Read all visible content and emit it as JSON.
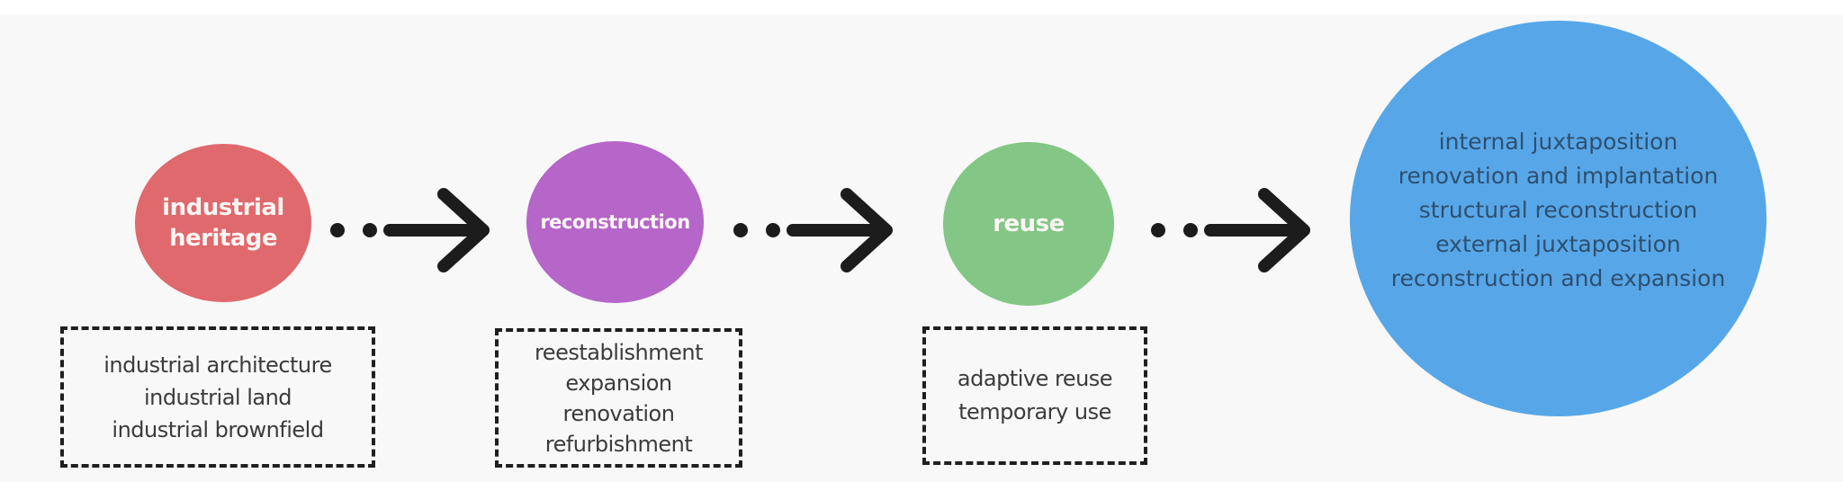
{
  "canvas": {
    "page_background": "#ffffff",
    "band_background": "#f8f8f8",
    "box_border_color": "#1f1f1f",
    "box_text_color": "#3b3b3b",
    "connector_color": "#1c1c1c"
  },
  "diagram": {
    "stages": [
      {
        "label": "industrial heritage",
        "color": "#df696c",
        "label_color": "#fbf5f3",
        "examples": [
          "industrial architecture",
          "industrial land",
          "industrial brownfield"
        ]
      },
      {
        "label": "reconstruction",
        "color": "#b566c8",
        "label_color": "#fbf5f3",
        "examples": [
          "reestablishment",
          "expansion",
          "renovation",
          "refurbishment"
        ]
      },
      {
        "label": "reuse",
        "color": "#84c686",
        "label_color": "#fbf5f3",
        "examples": [
          "adaptive reuse",
          "temporary use"
        ]
      }
    ],
    "result": {
      "color": "#57a7e8",
      "text_color": "#2e4f70",
      "lines": [
        "internal juxtaposition",
        "renovation and implantation",
        "structural reconstruction",
        "external juxtaposition",
        "reconstruction and expansion"
      ]
    }
  }
}
